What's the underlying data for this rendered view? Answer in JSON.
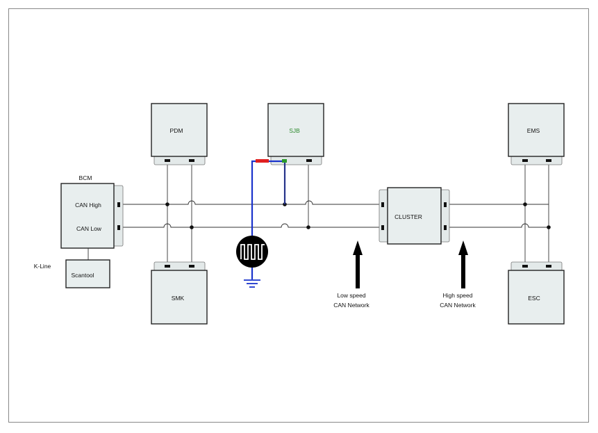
{
  "modules": {
    "pdm": "PDM",
    "sjb": "SJB",
    "ems": "EMS",
    "bcm": "BCM",
    "smk": "SMK",
    "esc": "ESC",
    "cluster": "CLUSTER",
    "scantool": "Scantool"
  },
  "labels": {
    "can_high": "CAN High",
    "can_low": "CAN Low",
    "k_line": "K-Line",
    "low_speed_1": "Low speed",
    "low_speed_2": "CAN Network",
    "high_speed_1": "High speed",
    "high_speed_2": "CAN Network"
  },
  "colors": {
    "sjb_label": "#2e8b2e",
    "ground_wire": "#1a33cc",
    "fuse": "#e02020",
    "ground_tap": "#2a9a2a"
  },
  "icons": [
    "oscilloscope-icon",
    "ground-icon",
    "arrow-up-icon"
  ]
}
